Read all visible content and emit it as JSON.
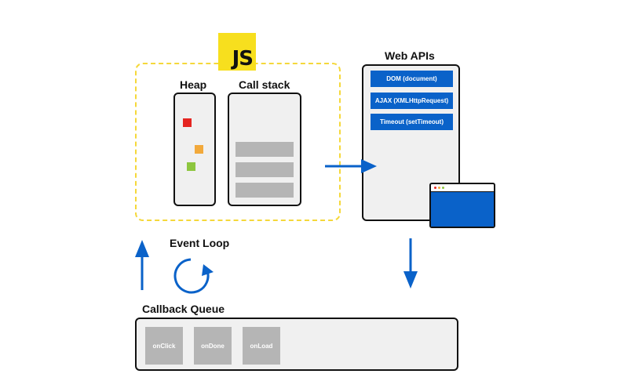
{
  "logo": {
    "text": "JS"
  },
  "heap": {
    "label": "Heap"
  },
  "call_stack": {
    "label": "Call stack"
  },
  "web_apis": {
    "label": "Web APIs",
    "items": [
      "DOM (document)",
      "AJAX (XMLHttpRequest)",
      "Timeout (setTimeout)"
    ]
  },
  "event_loop": {
    "label": "Event Loop"
  },
  "callback_queue": {
    "label": "Callback Queue",
    "items": [
      "onClick",
      "onDone",
      "onLoad"
    ]
  },
  "colors": {
    "js_yellow": "#f7df1e",
    "accent_blue": "#0a62c9",
    "heap_object_red": "#e52521",
    "heap_object_orange": "#f2a93b",
    "heap_object_green": "#8dc63f",
    "panel_gray": "#f0f0f0",
    "item_gray": "#b5b5b5"
  }
}
